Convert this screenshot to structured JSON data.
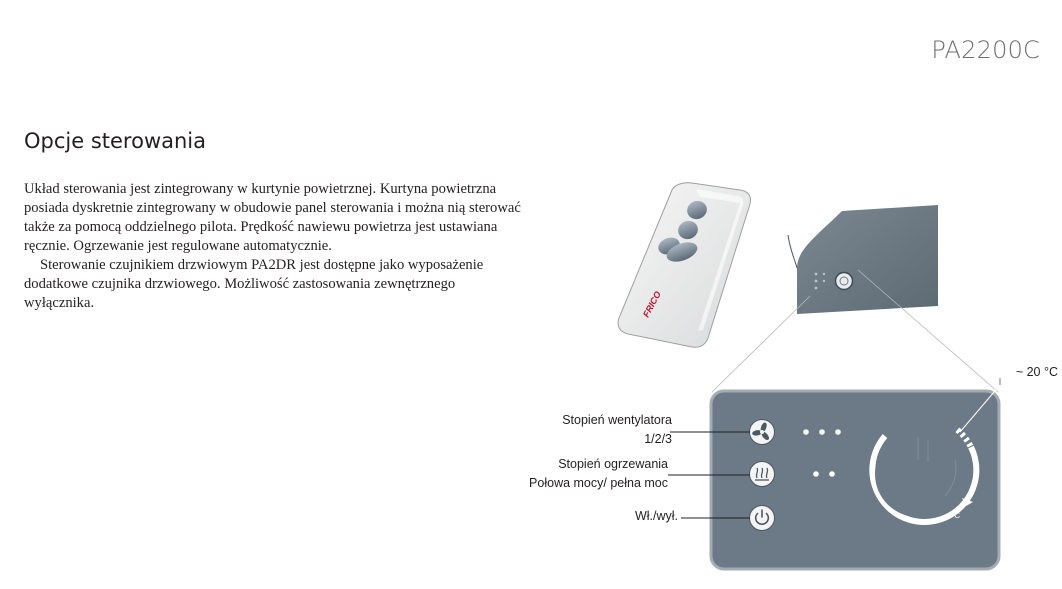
{
  "header": {
    "model": "PA2200C"
  },
  "section": {
    "title": "Opcje sterowania",
    "paragraphs": [
      "Układ sterowania jest zintegrowany w kurtynie powietrznej. Kurtyna powietrzna posiada dyskretnie zintegrowany w obudowie panel sterowania i można nią sterować także za pomocą oddzielnego pilota. Prędkość nawiewu powietrza jest ustawiana ręcznie. Ogrzewanie jest regulowane automatycznie.",
      "Sterowanie czujnikiem drzwiowym PA2DR jest dostępne jako wyposażenie dodatkowe czujnika drzwiowego. Możliwość zastosowania zewnętrznego wyłącznika."
    ]
  },
  "diagram": {
    "remote_brand": "FRICO",
    "temp_indicator": "~ 20 °C",
    "dial_unit": "°C",
    "callouts": {
      "fan_line1": "Stopień wentylatora",
      "fan_line2": "1/2/3",
      "heat_line1": "Stopień ogrzewania",
      "heat_line2": "Połowa mocy/ pełna moc",
      "power": "Wł./wył."
    },
    "colors": {
      "panel": "#6b7a86",
      "panel_border": "#9aa4ac",
      "button": "#f4f4f4",
      "brand": "#c8102e"
    }
  }
}
